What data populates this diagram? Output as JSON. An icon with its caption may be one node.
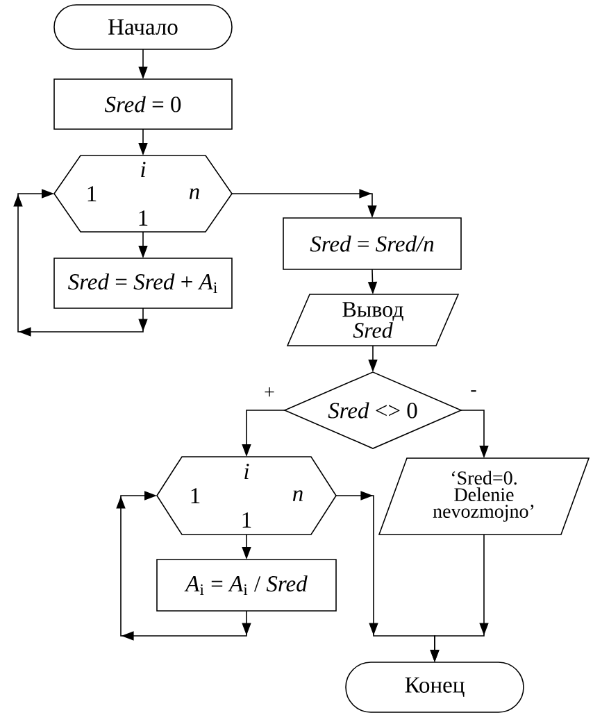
{
  "diagram": {
    "nodes": [
      {
        "text": [
          "Начало"
        ]
      },
      {
        "text": [
          "*Sred* = 0"
        ]
      },
      {
        "text": [
          "i",
          "1",
          "n",
          "1"
        ]
      },
      {
        "text": [
          "*Sred* = *Sred* + *A*$_{i}$"
        ]
      },
      {
        "text": [
          "*Sred* = *Sred/n*"
        ]
      },
      {
        "text": [
          "Вывод *Sred*"
        ]
      },
      {
        "text": [
          "*Sred* <> 0"
        ]
      },
      {
        "text": [
          "i",
          "1",
          "n",
          "1"
        ]
      },
      {
        "text": [
          "*A*$_{i}$ = *A*$_{i}$ / *Sred*"
        ]
      },
      {
        "text": [
          "‘Sred=0. Delenie nevozmojno’"
        ]
      },
      {
        "text": [
          "Конец"
        ]
      }
    ],
    "edges": [
      {
        "from": 0,
        "to": 1,
        "arrow": "to"
      },
      {
        "from": 1,
        "to": 2,
        "arrow": "to"
      },
      {
        "from": 2,
        "to": 3,
        "arrow": "to"
      },
      {
        "from": 3,
        "to": 2,
        "arrow": "to"
      },
      {
        "from": 2,
        "to": 4,
        "arrow": "to"
      },
      {
        "from": 4,
        "to": 5,
        "arrow": "to"
      },
      {
        "from": 5,
        "to": 6,
        "arrow": "to"
      },
      {
        "from": 6,
        "to": 7,
        "arrow": "to",
        "label": "+"
      },
      {
        "from": 6,
        "to": 9,
        "arrow": "to",
        "label": "-"
      },
      {
        "from": 7,
        "to": 8,
        "arrow": "to"
      },
      {
        "from": 8,
        "to": 7,
        "arrow": "to"
      },
      {
        "from": 7,
        "to": 10,
        "arrow": "to"
      },
      {
        "from": 9,
        "to": 10,
        "arrow": "to"
      }
    ]
  }
}
